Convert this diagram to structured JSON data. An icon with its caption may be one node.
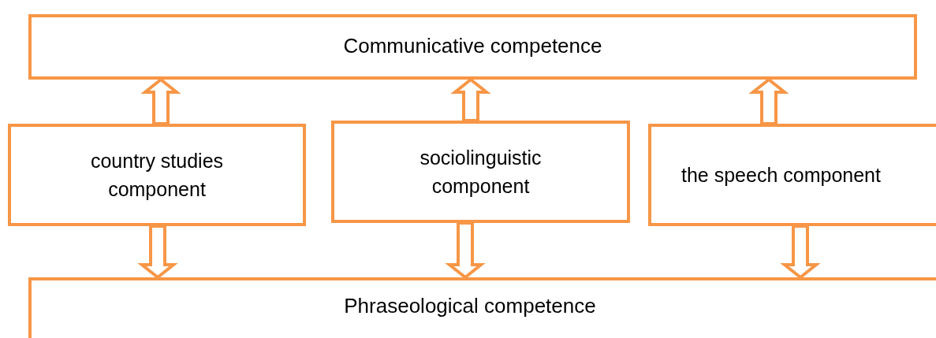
{
  "diagram": {
    "nodes": [
      {
        "text": [
          "Communicative competence"
        ]
      },
      {
        "text": [
          "country studies component"
        ]
      },
      {
        "text": [
          "sociolinguistic component"
        ]
      },
      {
        "text": [
          "the speech component"
        ]
      },
      {
        "text": [
          "Phraseological competence"
        ]
      }
    ],
    "edges": [
      {
        "from": 1,
        "to": 0,
        "arrow": "to"
      },
      {
        "from": 2,
        "to": 0,
        "arrow": "to"
      },
      {
        "from": 3,
        "to": 0,
        "arrow": "to"
      },
      {
        "from": 1,
        "to": 4,
        "arrow": "to"
      },
      {
        "from": 2,
        "to": 4,
        "arrow": "to"
      },
      {
        "from": 3,
        "to": 4,
        "arrow": "to"
      }
    ]
  }
}
